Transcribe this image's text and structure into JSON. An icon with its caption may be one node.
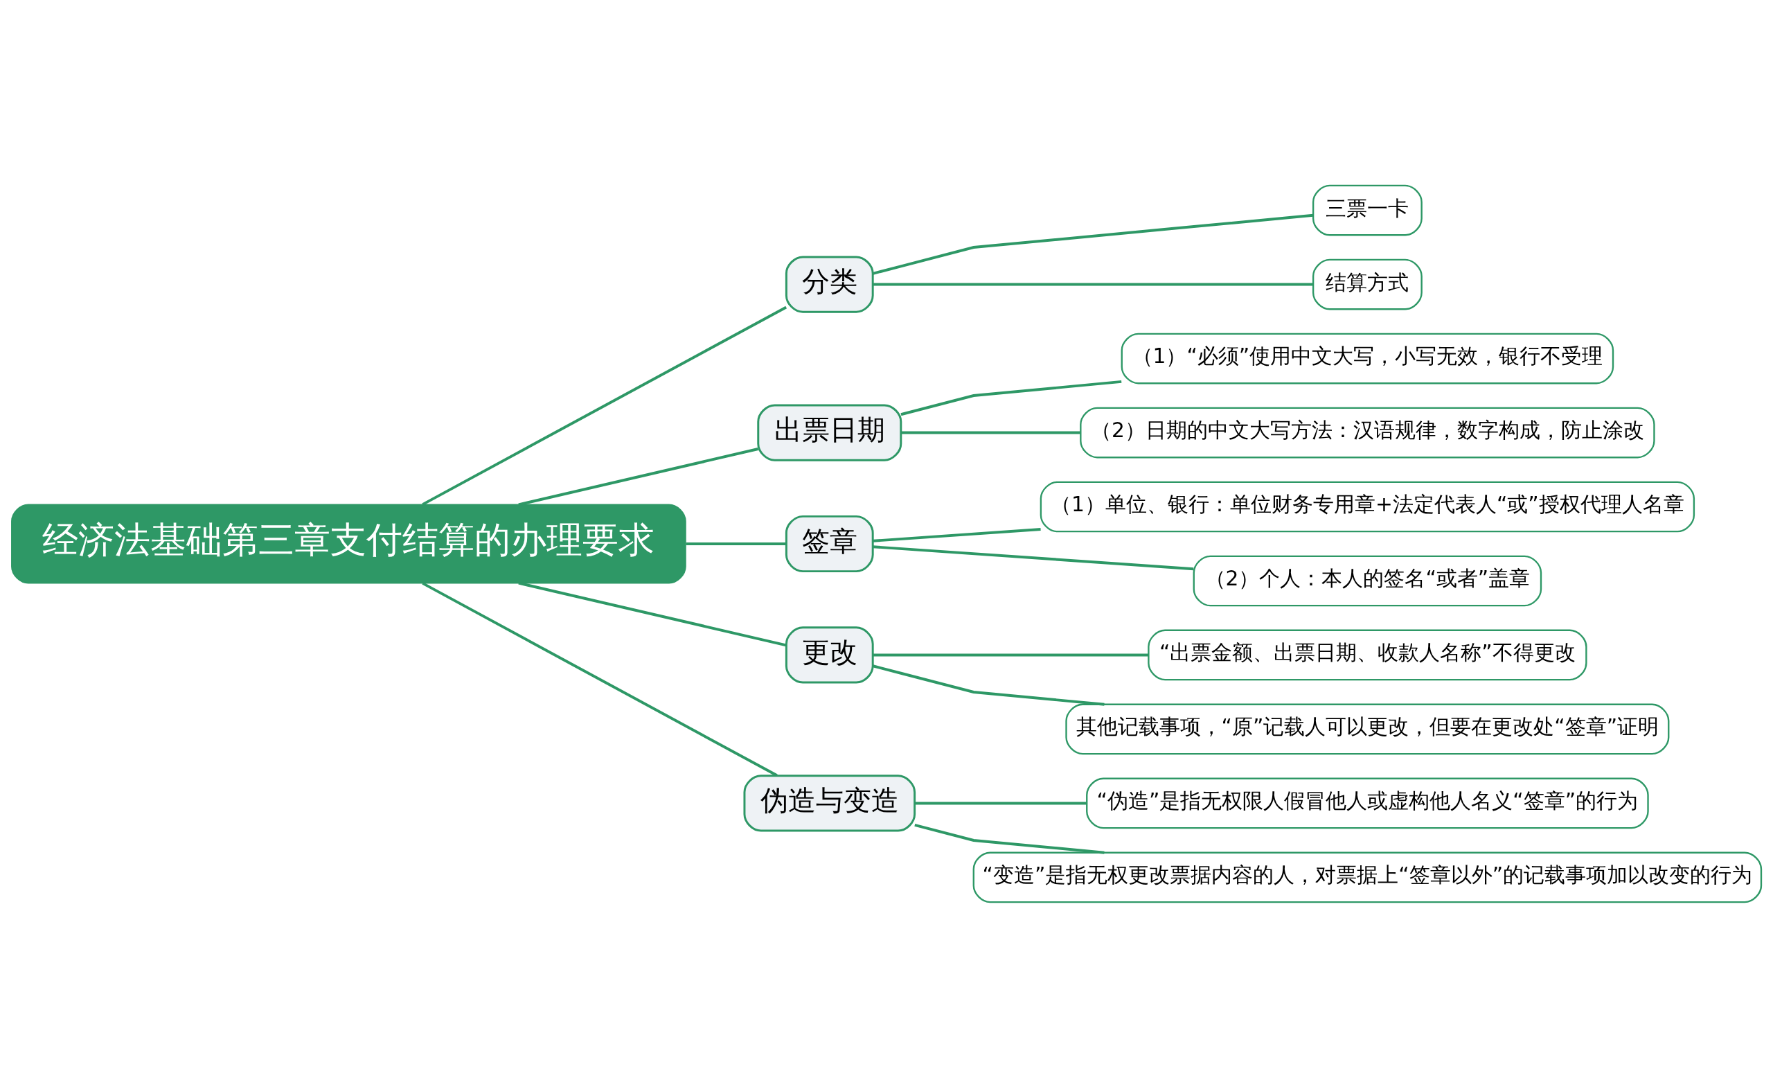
{
  "diagram": {
    "nodes": [
      {
        "text": [
          "经济法基础第三章支付结算的办理要求"
        ]
      },
      {
        "text": [
          "分类"
        ]
      },
      {
        "text": [
          "三票一卡"
        ]
      },
      {
        "text": [
          "结算方式"
        ]
      },
      {
        "text": [
          "出票日期"
        ]
      },
      {
        "text": [
          "（1）“必须”使用中文大写，小写无效，银行不受理"
        ]
      },
      {
        "text": [
          "（2）日期的中文大写方法：汉语规律，数字构成，防止涂改"
        ]
      },
      {
        "text": [
          "签章"
        ]
      },
      {
        "text": [
          "（1）单位、银行：单位财务专用章+法定代表人“或”授权代理人名章"
        ]
      },
      {
        "text": [
          "（2）个人：本人的签名“或者”盖章"
        ]
      },
      {
        "text": [
          "更改"
        ]
      },
      {
        "text": [
          "“出票金额、出票日期、收款人名称”不得更改"
        ]
      },
      {
        "text": [
          "其他记载事项，“原”记载人可以更改，但要在更改处“签章”证明"
        ]
      },
      {
        "text": [
          "伪造与变造"
        ]
      },
      {
        "text": [
          "“伪造”是指无权限人假冒他人或虚构他人名义“签章”的行为"
        ]
      },
      {
        "text": [
          "“变造”是指无权更改票据内容的人，对票据上“签章以外”的记载事项加以改变的行为"
        ]
      }
    ],
    "edges": [
      {
        "from": 0,
        "to": 1,
        "arrow": "none"
      },
      {
        "from": 1,
        "to": 2,
        "arrow": "none"
      },
      {
        "from": 1,
        "to": 3,
        "arrow": "none"
      },
      {
        "from": 0,
        "to": 4,
        "arrow": "none"
      },
      {
        "from": 4,
        "to": 5,
        "arrow": "none"
      },
      {
        "from": 4,
        "to": 6,
        "arrow": "none"
      },
      {
        "from": 0,
        "to": 7,
        "arrow": "none"
      },
      {
        "from": 7,
        "to": 8,
        "arrow": "none"
      },
      {
        "from": 7,
        "to": 9,
        "arrow": "none"
      },
      {
        "from": 0,
        "to": 10,
        "arrow": "none"
      },
      {
        "from": 10,
        "to": 11,
        "arrow": "none"
      },
      {
        "from": 10,
        "to": 12,
        "arrow": "none"
      },
      {
        "from": 0,
        "to": 13,
        "arrow": "none"
      },
      {
        "from": 13,
        "to": 14,
        "arrow": "none"
      },
      {
        "from": 13,
        "to": 15,
        "arrow": "none"
      }
    ]
  }
}
